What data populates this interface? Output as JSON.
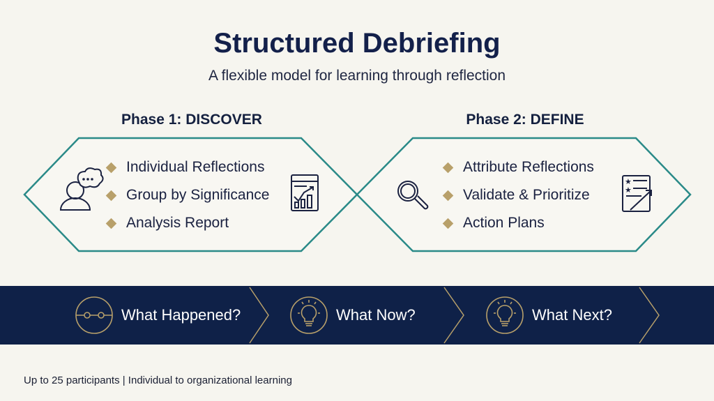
{
  "header": {
    "title": "Structured Debriefing",
    "subtitle": "A flexible model for learning through reflection"
  },
  "phases": [
    {
      "title": "Phase 1: DISCOVER",
      "items": [
        "Individual Reflections",
        "Group by Significance",
        "Analysis Report"
      ],
      "left_icon": "person-thought-bubble-icon",
      "right_icon": "chart-report-icon"
    },
    {
      "title": "Phase 2: DEFINE",
      "items": [
        "Attribute Reflections",
        "Validate & Prioritize",
        "Action Plans"
      ],
      "left_icon": "magnifier-icon",
      "right_icon": "checklist-arrow-icon"
    }
  ],
  "steps": [
    {
      "label": "What Happened?",
      "icon": "timeline-icon"
    },
    {
      "label": "What Now?",
      "icon": "lightbulb-icon"
    },
    {
      "label": "What Next?",
      "icon": "lightbulb-icon"
    }
  ],
  "footer": "Up to 25 participants | Individual to organizational learning",
  "colors": {
    "navy": "#0f2148",
    "teal": "#2a8a88",
    "gold": "#b8a06a",
    "background": "#f6f5ef"
  }
}
